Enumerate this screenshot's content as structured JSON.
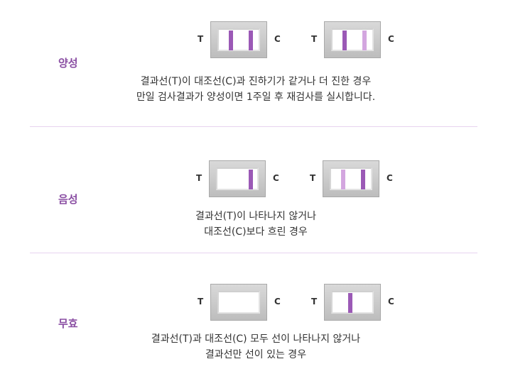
{
  "sections": [
    {
      "label": "양성",
      "desc": [
        "결과선(T)이 대조선(C)과 진하기가 같거나 더 진한 경우",
        "만일 검사결과가 양성이면 1주일 후 재검사를 실시합니다."
      ]
    },
    {
      "label": "음성",
      "desc": [
        "결과선(T)이 나타나지 않거나",
        "대조선(C)보다 흐린 경우"
      ]
    },
    {
      "label": "무효",
      "desc": [
        "결과선(T)과 대조선(C) 모두 선이 나타나지 않거나",
        "결과선만 선이 있는 경우"
      ]
    }
  ],
  "kit_labels": {
    "t": "T",
    "c": "C"
  },
  "colors": {
    "accent": "#8a4ea3",
    "line_strong": "#9b59b6",
    "line_faint": "#d3a6df",
    "divider": "#e7d3ef"
  },
  "kits": {
    "positive": [
      {
        "t_line": "strong",
        "c_line": "strong"
      },
      {
        "t_line": "strong",
        "c_line": "faint"
      }
    ],
    "negative": [
      {
        "t_line": "none",
        "c_line": "strong"
      },
      {
        "t_line": "faint",
        "c_line": "strong"
      }
    ],
    "invalid": [
      {
        "t_line": "none",
        "c_line": "none"
      },
      {
        "t_line": "strong",
        "c_line": "none"
      }
    ]
  }
}
